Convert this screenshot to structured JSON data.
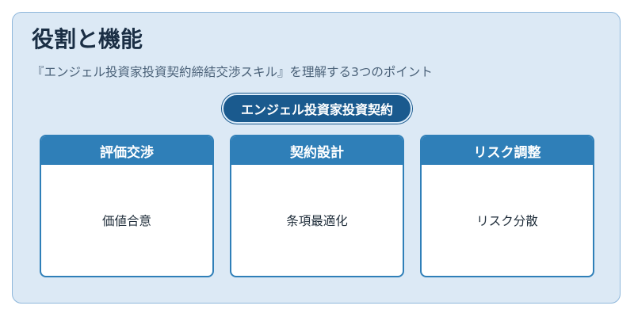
{
  "title": "役割と機能",
  "subtitle": "『エンジェル投資家投資契約締結交渉スキル』を理解する3つのポイント",
  "center": {
    "label": "エンジェル投資家投資契約"
  },
  "cards": [
    {
      "header": "評価交渉",
      "body": "価値合意"
    },
    {
      "header": "契約設計",
      "body": "条項最適化"
    },
    {
      "header": "リスク調整",
      "body": "リスク分散"
    }
  ],
  "colors": {
    "background_panel": "#dce9f5",
    "panel_border": "#8fb7db",
    "center_pill": "#1a5a8e",
    "card_header": "#2f7fb8",
    "title_text": "#1a2e44"
  }
}
